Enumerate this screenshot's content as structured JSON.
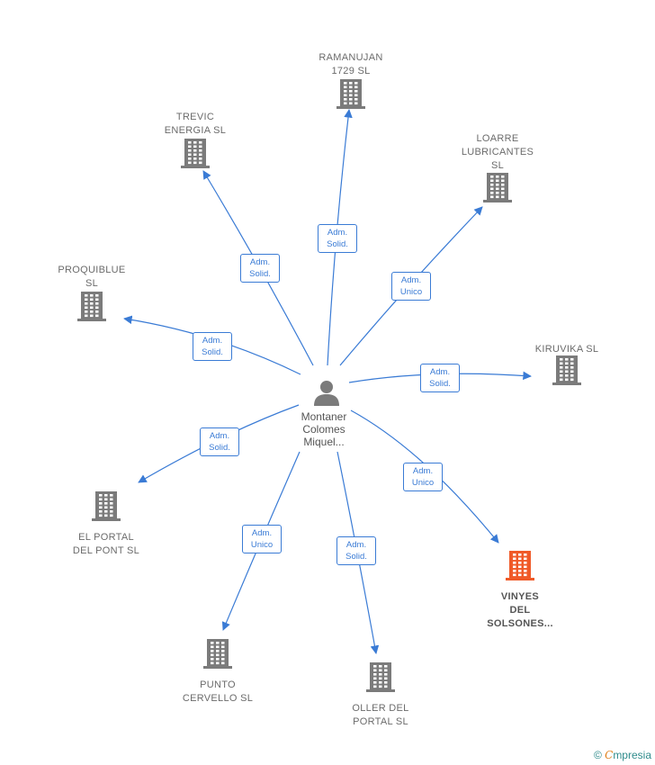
{
  "center": {
    "name_lines": [
      "Montaner",
      "Colomes",
      "Miquel..."
    ],
    "icon": "person-icon"
  },
  "colors": {
    "edge": "#3a7bd5",
    "company": "#7b7b7b",
    "highlight": "#f05a28"
  },
  "companies": [
    {
      "id": "ramanujan",
      "lines": [
        "RAMANUJAN",
        "1729  SL"
      ],
      "role_lines": [
        "Adm.",
        "Solid."
      ],
      "highlight": false
    },
    {
      "id": "trevic",
      "lines": [
        "TREVIC",
        "ENERGIA  SL"
      ],
      "role_lines": [
        "Adm.",
        "Solid."
      ],
      "highlight": false
    },
    {
      "id": "loarre",
      "lines": [
        "LOARRE",
        "LUBRICANTES",
        "SL"
      ],
      "role_lines": [
        "Adm.",
        "Unico"
      ],
      "highlight": false
    },
    {
      "id": "proquiblue",
      "lines": [
        "PROQUIBLUE",
        "SL"
      ],
      "role_lines": [
        "Adm.",
        "Solid."
      ],
      "highlight": false
    },
    {
      "id": "kiruvika",
      "lines": [
        "KIRUVIKA  SL"
      ],
      "role_lines": [
        "Adm.",
        "Solid."
      ],
      "highlight": false
    },
    {
      "id": "elportal",
      "lines": [
        "EL PORTAL",
        "DEL PONT SL"
      ],
      "role_lines": [
        "Adm.",
        "Solid."
      ],
      "highlight": false
    },
    {
      "id": "vinyes",
      "lines": [
        "VINYES",
        "DEL",
        "SOLSONES..."
      ],
      "role_lines": [
        "Adm.",
        "Unico"
      ],
      "highlight": true
    },
    {
      "id": "punto",
      "lines": [
        "PUNTO",
        "CERVELLO  SL"
      ],
      "role_lines": [
        "Adm.",
        "Unico"
      ],
      "highlight": false
    },
    {
      "id": "oller",
      "lines": [
        "OLLER DEL",
        "PORTAL  SL"
      ],
      "role_lines": [
        "Adm.",
        "Solid."
      ],
      "highlight": false
    }
  ],
  "footer": {
    "copyright": "©",
    "brand_initial": "C",
    "brand_rest": "mpresia"
  }
}
